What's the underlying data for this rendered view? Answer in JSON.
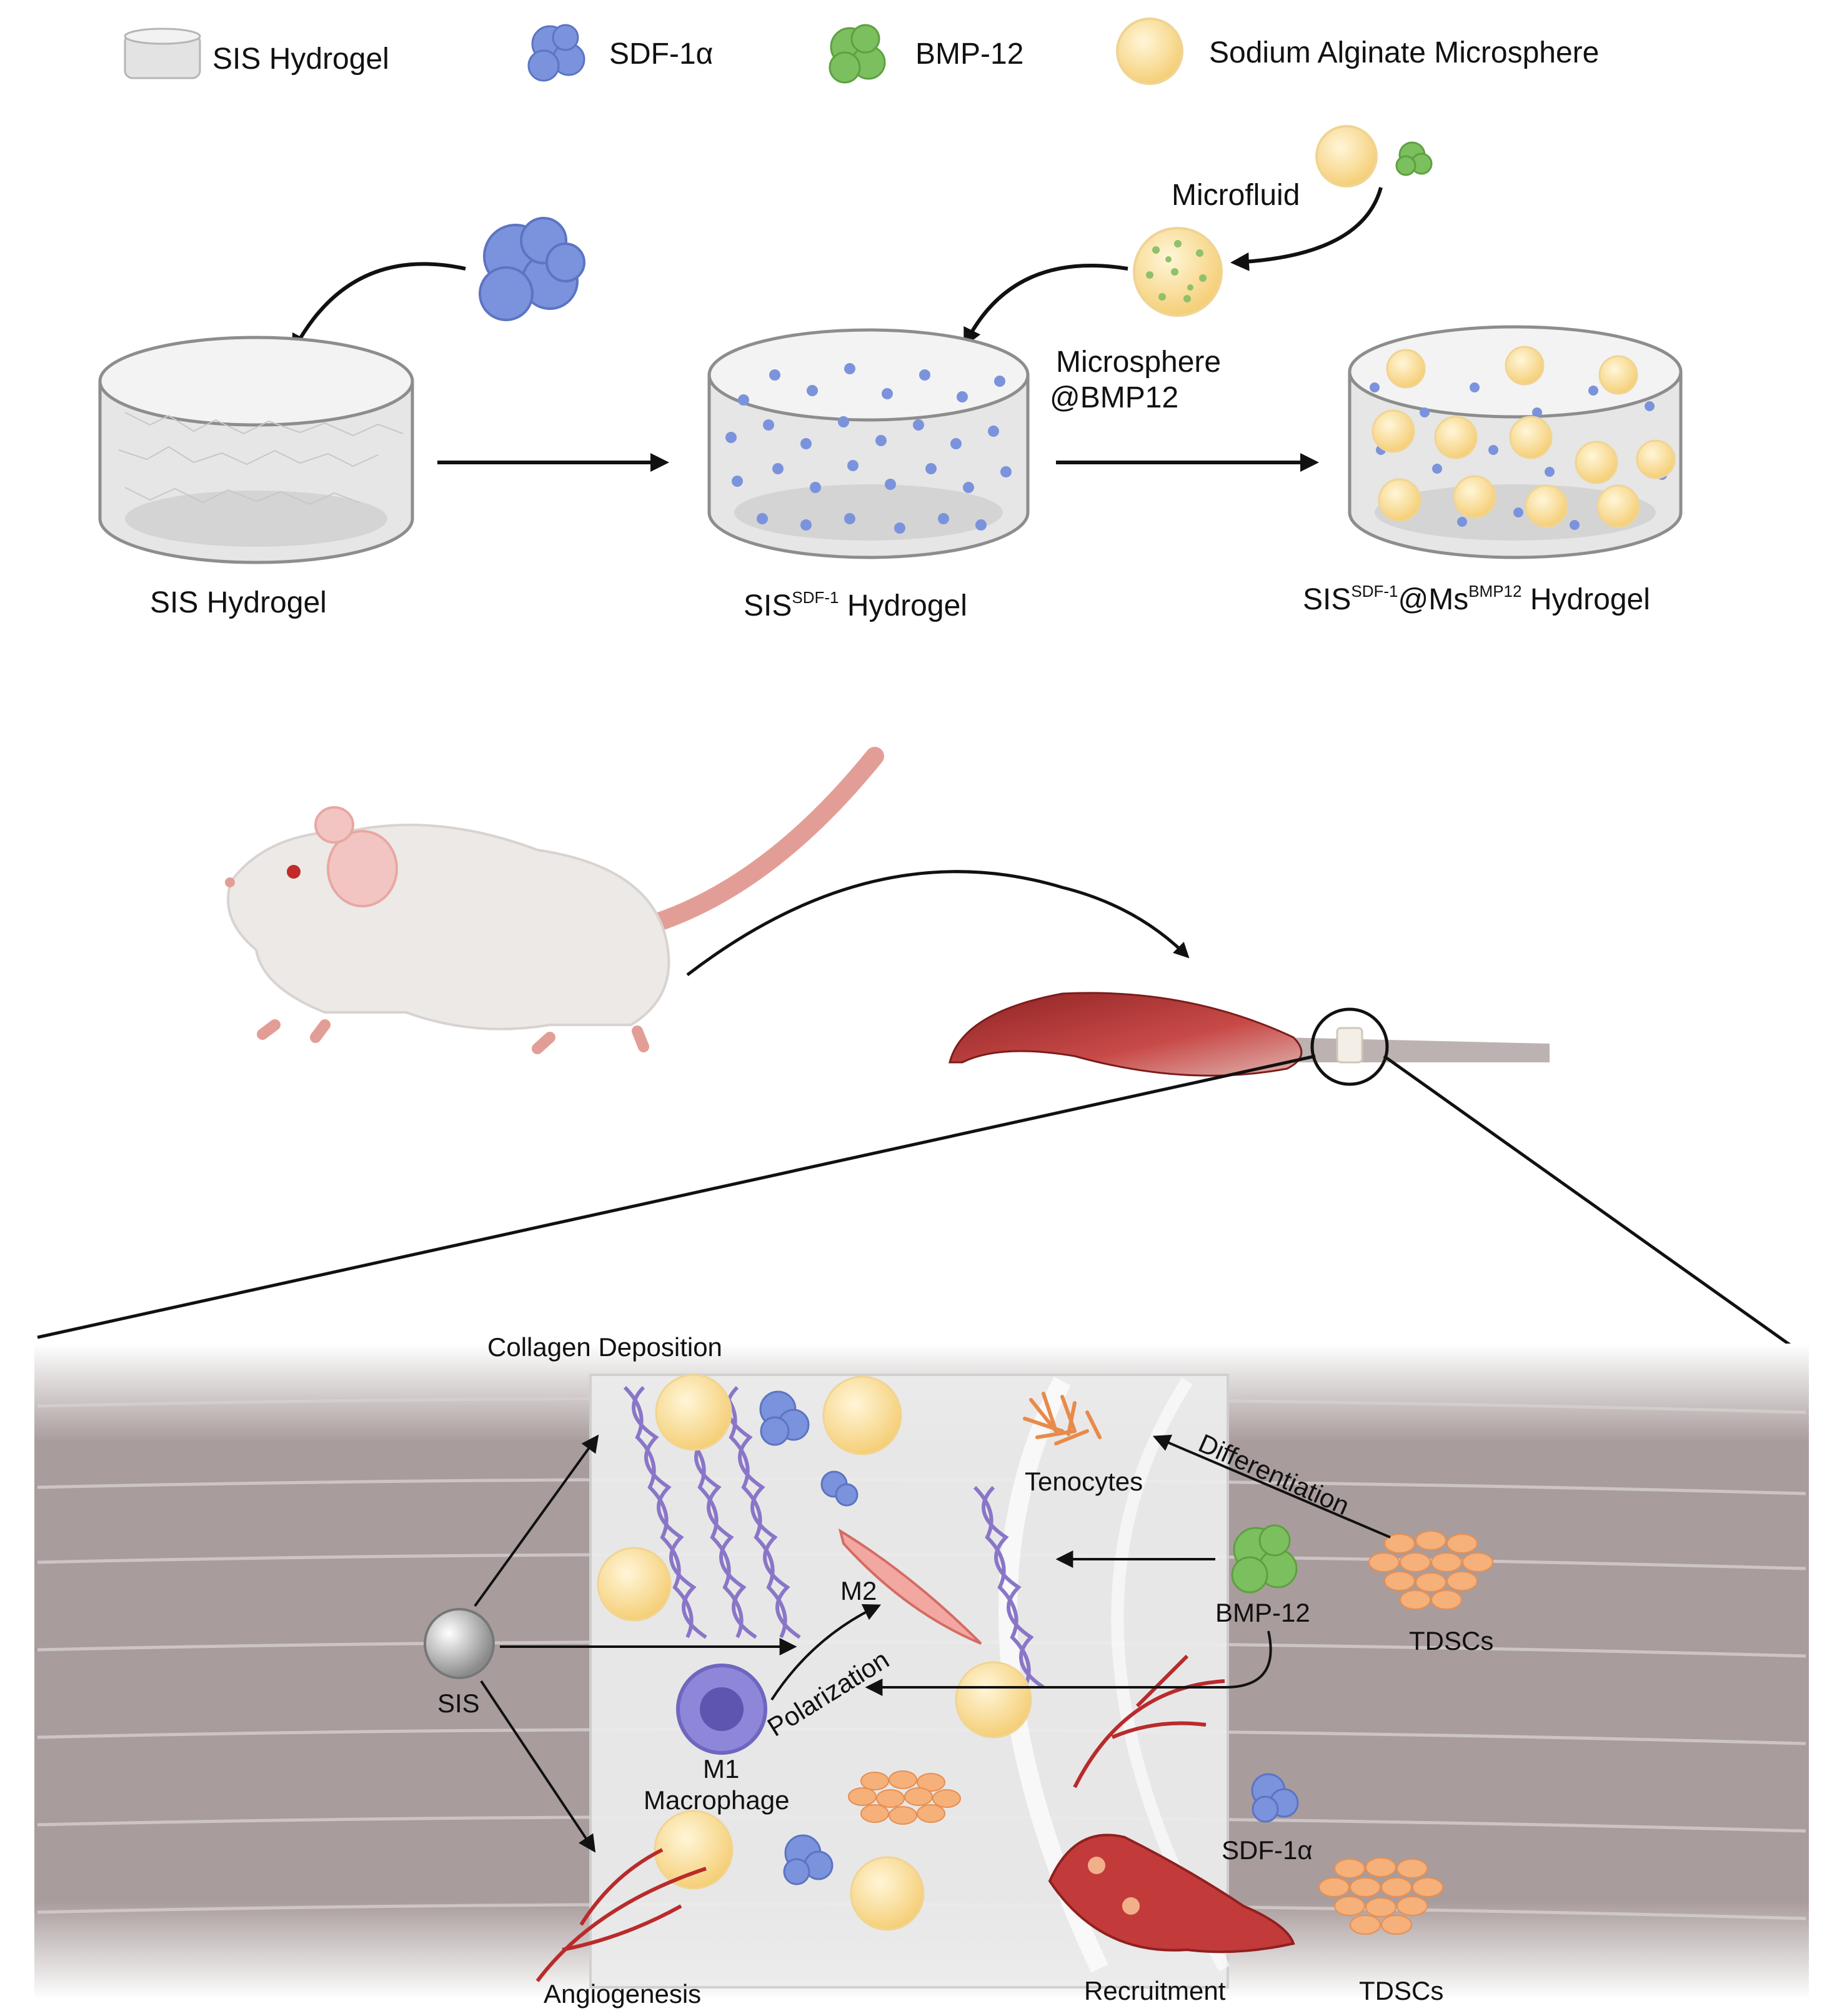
{
  "legend": {
    "sis_hydrogel": "SIS Hydrogel",
    "sdf": "SDF-1α",
    "bmp": "BMP-12",
    "microsphere": "Sodium Alginate Microsphere"
  },
  "fabrication": {
    "microfluid": "Microfluid",
    "microsphere_line1": "Microsphere",
    "microsphere_line2": "@BMP12",
    "stage1_label": "SIS Hydrogel",
    "stage2_base": "SIS",
    "stage2_sup": "SDF-1",
    "stage2_suffix": " Hydrogel",
    "stage3_base": "SIS",
    "stage3_sup1": "SDF-1",
    "stage3_mid": "@Ms",
    "stage3_sup2": "BMP12",
    "stage3_suffix": " Hydrogel"
  },
  "mechanism": {
    "collagen": "Collagen Deposition",
    "tenocytes": "Tenocytes",
    "differentiation": "Differentiation",
    "m2": "M2",
    "bmp12": "BMP-12",
    "tdscs_top": "TDSCs",
    "sis": "SIS",
    "polarization": "Polarization",
    "m1": "M1",
    "macrophage": "Macrophage",
    "sdf": "SDF-1α",
    "angiogenesis": "Angiogenesis",
    "recruitment": "Recruitment",
    "tdscs_bottom": "TDSCs"
  },
  "colors": {
    "sdf_blue": "#7b93dc",
    "bmp_green": "#7cbf5e",
    "microsphere_yellow": "#fbe2a6",
    "muscle_red": "#b23a3a",
    "tendon_grey": "#a89b9b",
    "cell_orange": "#f6b07a",
    "dna_purple": "#8a76c8",
    "macrophage_purple": "#8e86d8"
  }
}
